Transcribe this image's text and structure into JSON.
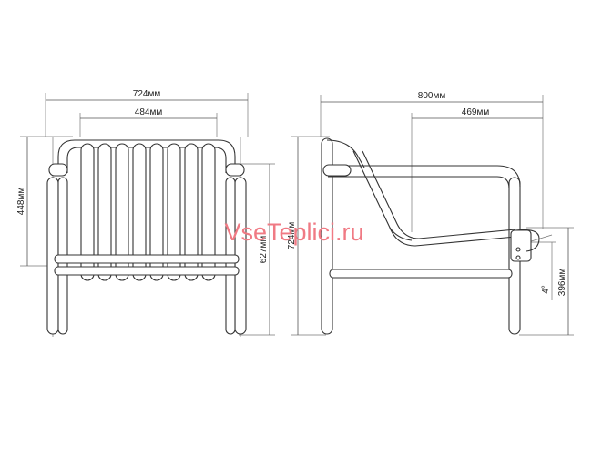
{
  "front_view": {
    "overall_width": "724мм",
    "inner_width": "484мм",
    "seat_height": "448мм",
    "total_height": "627мм"
  },
  "side_view": {
    "overall_depth": "800мм",
    "seat_depth": "469мм",
    "total_height": "724мм",
    "angle": "4°",
    "armrest_height": "396мм"
  },
  "watermark": "VseTeplici.ru",
  "colors": {
    "line": "#333333",
    "watermark": "#f07a84"
  }
}
